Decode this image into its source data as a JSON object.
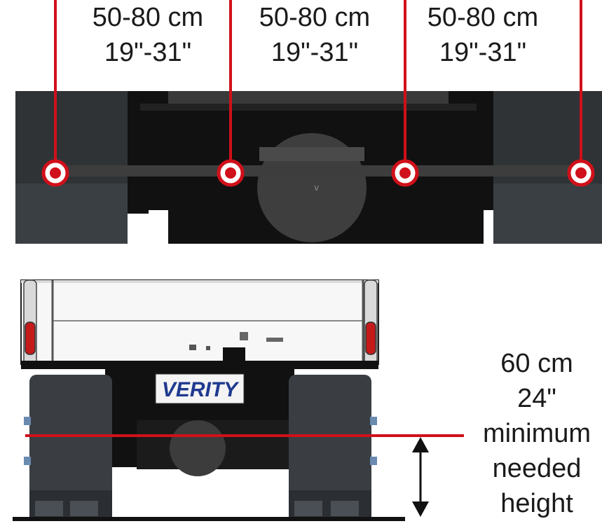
{
  "spacing_labels": [
    {
      "metric": "50-80 cm",
      "imperial": "19\"-31\""
    },
    {
      "metric": "50-80 cm",
      "imperial": "19\"-31\""
    },
    {
      "metric": "50-80 cm",
      "imperial": "19\"-31\""
    }
  ],
  "brand_plate": "VERITY",
  "height_label": {
    "metric": "60 cm",
    "imperial": "24\"",
    "line1": "minimum",
    "line2": "needed",
    "line3": "height"
  },
  "colors": {
    "accent_red": "#d0101a",
    "truck_dark": "#111111",
    "truck_gray": "#3a3a3a",
    "plate_blue": "#1f3a8f"
  }
}
